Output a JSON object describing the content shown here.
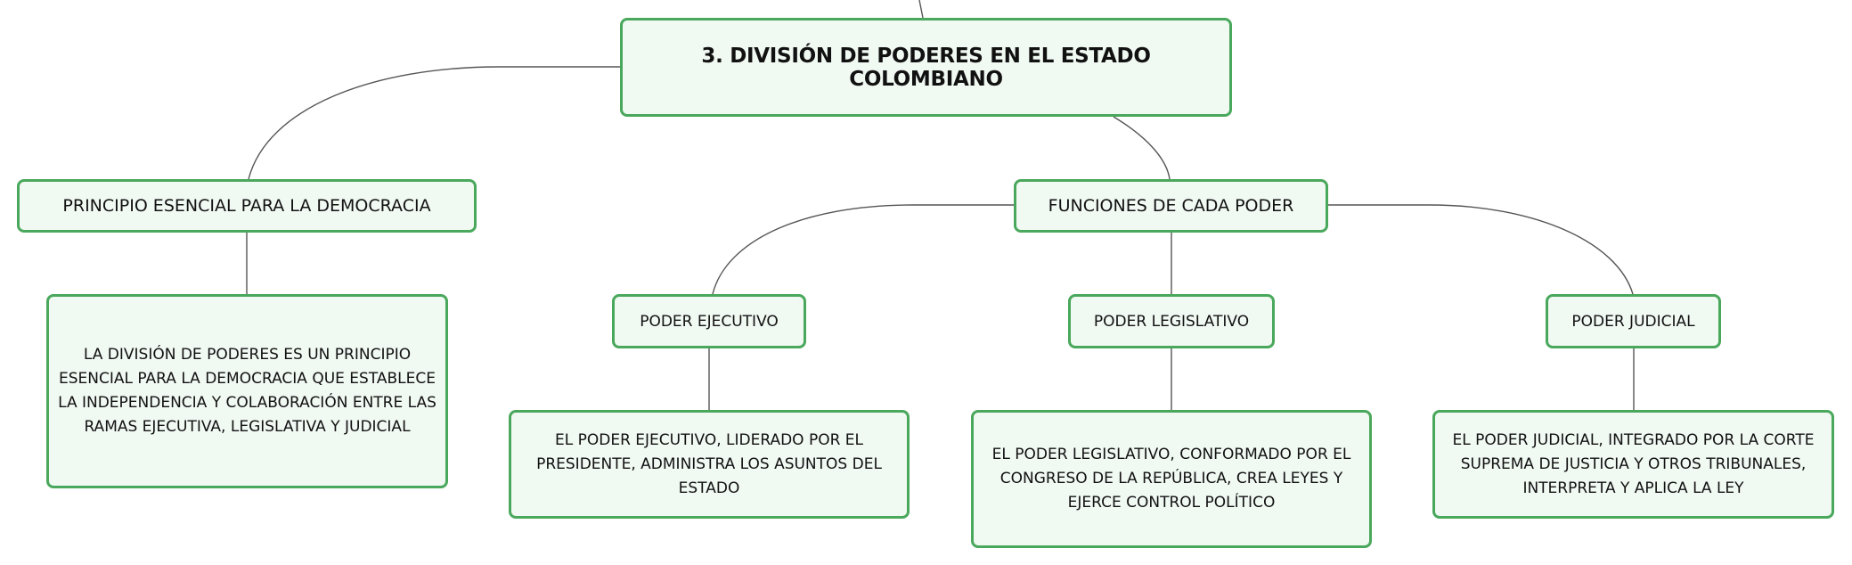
{
  "diagram": {
    "root": {
      "label": "3. DIVISIÓN DE PODERES EN EL ESTADO COLOMBIANO"
    },
    "principio": {
      "label": "PRINCIPIO ESENCIAL PARA LA DEMOCRACIA",
      "description": "LA DIVISIÓN DE PODERES ES UN PRINCIPIO ESENCIAL PARA LA DEMOCRACIA QUE ESTABLECE LA INDEPENDENCIA Y COLABORACIÓN ENTRE LAS RAMAS EJECUTIVA, LEGISLATIVA Y JUDICIAL"
    },
    "funciones": {
      "label": "FUNCIONES DE CADA PODER",
      "branches": [
        {
          "label": "PODER EJECUTIVO",
          "description": "EL PODER EJECUTIVO, LIDERADO POR EL PRESIDENTE, ADMINISTRA LOS ASUNTOS DEL ESTADO"
        },
        {
          "label": "PODER LEGISLATIVO",
          "description": "EL PODER LEGISLATIVO, CONFORMADO POR EL CONGRESO DE LA REPÚBLICA, CREA LEYES Y EJERCE CONTROL POLÍTICO"
        },
        {
          "label": "PODER JUDICIAL",
          "description": "EL PODER JUDICIAL, INTEGRADO POR LA CORTE SUPREMA DE JUSTICIA Y OTROS TRIBUNALES, INTERPRETA Y APLICA LA LEY"
        }
      ]
    },
    "colors": {
      "border": "#4aa85c",
      "fill": "#f1f9f3",
      "connector": "#555555",
      "text": "#111111"
    }
  }
}
